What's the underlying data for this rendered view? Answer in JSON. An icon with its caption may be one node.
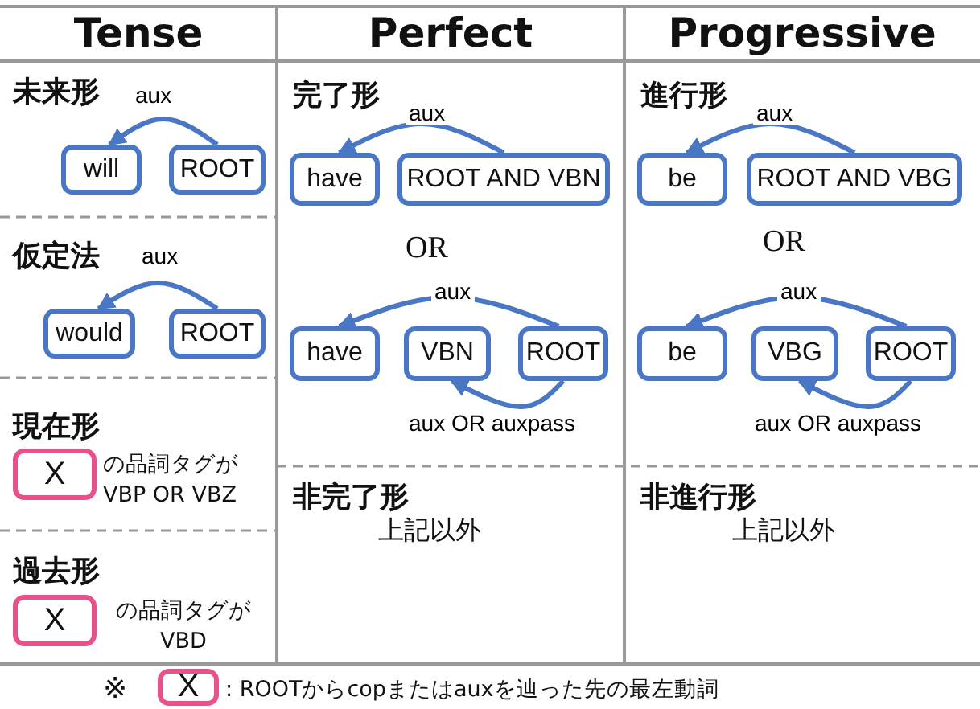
{
  "diagram": {
    "nodes": [
      {
        "text": [
          "will"
        ]
      },
      {
        "text": [
          "ROOT"
        ]
      },
      {
        "text": [
          "would"
        ]
      },
      {
        "text": [
          "ROOT"
        ]
      },
      {
        "text": [
          "X"
        ],
        "beside": [
          "の品詞タグがVBP OR VBZ"
        ]
      },
      {
        "text": [
          "X"
        ],
        "beside": [
          "の品詞タグがVBD"
        ]
      },
      {
        "text": [
          "have"
        ]
      },
      {
        "text": [
          "ROOT AND VBN"
        ]
      },
      {
        "text": [
          "have"
        ]
      },
      {
        "text": [
          "VBN"
        ]
      },
      {
        "text": [
          "ROOT"
        ]
      },
      {
        "text": [
          "be"
        ]
      },
      {
        "text": [
          "ROOT AND VBG"
        ]
      },
      {
        "text": [
          "be"
        ]
      },
      {
        "text": [
          "VBG"
        ]
      },
      {
        "text": [
          "ROOT"
        ]
      },
      {
        "text": [
          "X"
        ],
        "beside": [
          ": ROOTからcopまたはauxを辿った先の最左動詞"
        ]
      }
    ],
    "edges": [
      {
        "from": 1,
        "to": 0,
        "arrow": "to",
        "label": "aux"
      },
      {
        "from": 3,
        "to": 2,
        "arrow": "to",
        "label": "aux"
      },
      {
        "from": 7,
        "to": 6,
        "arrow": "to",
        "label": "aux"
      },
      {
        "from": 10,
        "to": 8,
        "arrow": "to",
        "label": "aux"
      },
      {
        "from": 10,
        "to": 9,
        "arrow": "to",
        "label": "aux OR auxpass"
      },
      {
        "from": 12,
        "to": 11,
        "arrow": "to",
        "label": "aux"
      },
      {
        "from": 15,
        "to": 13,
        "arrow": "to",
        "label": "aux"
      },
      {
        "from": 15,
        "to": 14,
        "arrow": "to",
        "label": "aux OR auxpass"
      }
    ],
    "labels": [
      "Tense",
      "Perfect",
      "Progressive",
      "未来形",
      "完了形",
      "進行形",
      "OR",
      "OR",
      "仮定法",
      "現在形",
      "非完了形",
      "非進行形",
      "上記以外",
      "上記以外",
      "過去形",
      "※"
    ]
  }
}
